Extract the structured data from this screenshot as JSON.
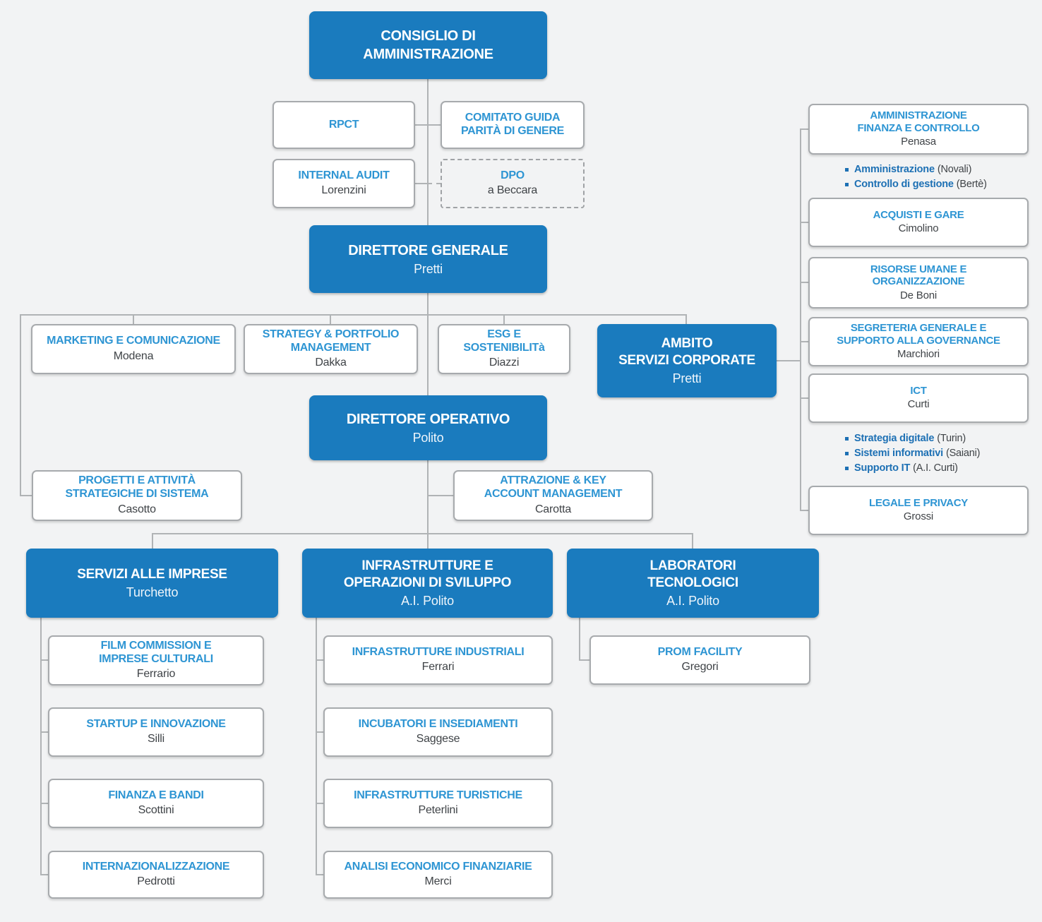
{
  "colors": {
    "primary_blue": "#1a7bbe",
    "light_blue_title": "#2e95d3",
    "bullet_blue": "#1d70b4",
    "name_text": "#3f4347",
    "line_gray": "#b0b3b5",
    "border_gray": "#a7aaad",
    "background": "#f2f3f4"
  },
  "nodes": {
    "consiglio": {
      "title": "CONSIGLIO DI\nAMMINISTRAZIONE"
    },
    "rpct": {
      "title": "RPCT"
    },
    "comitato": {
      "title": "COMITATO GUIDA\nPARITÀ DI GENERE"
    },
    "internal": {
      "title": "INTERNAL AUDIT",
      "name": "Lorenzini"
    },
    "dpo": {
      "title": "DPO",
      "name": "a Beccara"
    },
    "dg": {
      "title": "DIRETTORE GENERALE",
      "name": "Pretti"
    },
    "marketing": {
      "title": "MARKETING E COMUNICAZIONE",
      "name": "Modena"
    },
    "strategy": {
      "title": "STRATEGY & PORTFOLIO\nMANAGEMENT",
      "name": "Dakka"
    },
    "esg": {
      "title": "ESG E\nSOSTENIBILITà",
      "name": "Diazzi"
    },
    "ambito": {
      "title": "AMBITO\nSERVIZI CORPORATE",
      "name": "Pretti"
    },
    "do": {
      "title": "DIRETTORE OPERATIVO",
      "name": "Polito"
    },
    "progetti": {
      "title": "PROGETTI E ATTIVITÀ\nSTRATEGICHE DI SISTEMA",
      "name": "Casotto"
    },
    "attrazione": {
      "title": "ATTRAZIONE & KEY\nACCOUNT MANAGEMENT",
      "name": "Carotta"
    },
    "servizi": {
      "title": "SERVIZI ALLE IMPRESE",
      "name": "Turchetto"
    },
    "infraops": {
      "title": "INFRASTRUTTURE E\nOPERAZIONI DI SVILUPPO",
      "name": "A.I. Polito"
    },
    "laboratori": {
      "title": "LABORATORI\nTECNOLOGICI",
      "name": "A.I. Polito"
    },
    "film": {
      "title": "FILM COMMISSION E\nIMPRESE CULTURALI",
      "name": "Ferrario"
    },
    "startup": {
      "title": "STARTUP E INNOVAZIONE",
      "name": "Silli"
    },
    "finanza": {
      "title": "FINANZA E BANDI",
      "name": "Scottini"
    },
    "internaz": {
      "title": "INTERNAZIONALIZZAZIONE",
      "name": "Pedrotti"
    },
    "infraind": {
      "title": "INFRASTRUTTURE INDUSTRIALI",
      "name": "Ferrari"
    },
    "incubatori": {
      "title": "INCUBATORI E INSEDIAMENTI",
      "name": "Saggese"
    },
    "turistiche": {
      "title": "INFRASTRUTTURE TURISTICHE",
      "name": "Peterlini"
    },
    "analisi": {
      "title": "ANALISI ECONOMICO FINANZIARIE",
      "name": "Merci"
    },
    "prom": {
      "title": "PROM FACILITY",
      "name": "Gregori"
    },
    "amm": {
      "title": "AMMINISTRAZIONE\nFINANZA E CONTROLLO",
      "name": "Penasa"
    },
    "acquisti": {
      "title": "ACQUISTI E GARE",
      "name": "Cimolino"
    },
    "risorse": {
      "title": "RISORSE UMANE E\nORGANIZZAZIONE",
      "name": "De Boni"
    },
    "segreteria": {
      "title": "SEGRETERIA GENERALE E\nSUPPORTO ALLA GOVERNANCE",
      "name": "Marchiori"
    },
    "ict": {
      "title": "ICT",
      "name": "Curti"
    },
    "legale": {
      "title": "LEGALE E PRIVACY",
      "name": "Grossi"
    }
  },
  "bullets": {
    "amministrazione": [
      {
        "label": "Amministrazione",
        "detail": "(Novali)"
      },
      {
        "label": "Controllo di gestione",
        "detail": "(Bertè)"
      }
    ],
    "ict": [
      {
        "label": "Strategia digitale",
        "detail": "(Turin)"
      },
      {
        "label": "Sistemi informativi",
        "detail": "(Saiani)"
      },
      {
        "label": "Supporto IT",
        "detail": "(A.I. Curti)"
      }
    ]
  }
}
